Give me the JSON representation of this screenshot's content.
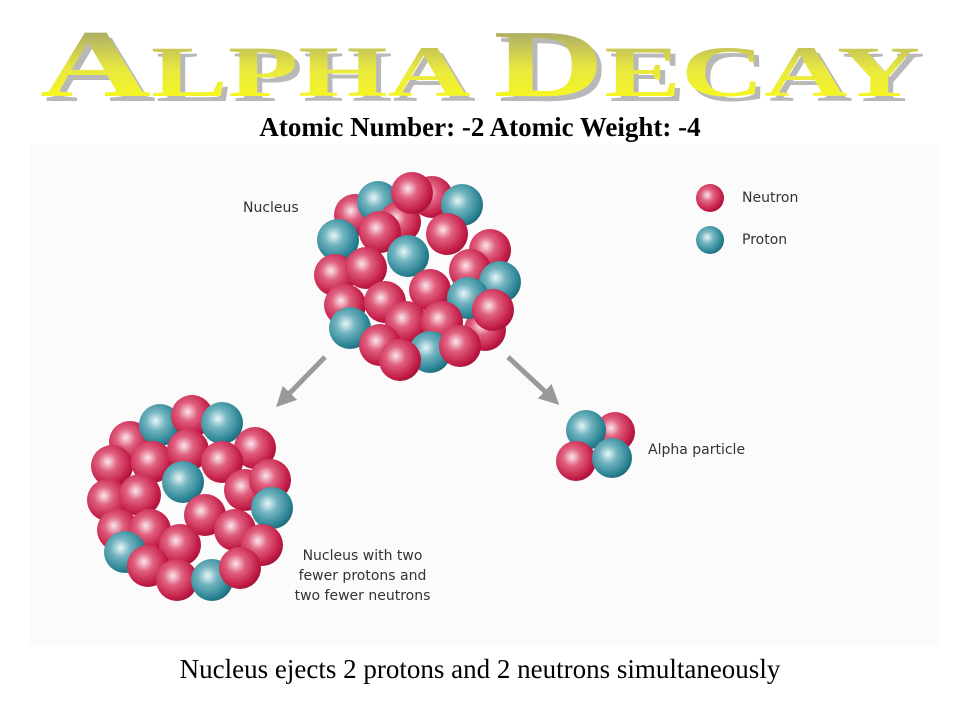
{
  "title": {
    "first_initial": "A",
    "first_rest": "LPHA",
    "second_initial": "D",
    "second_rest": "ECAY",
    "full": "Alpha Decay"
  },
  "subtitle": "Atomic Number: -2  Atomic Weight: -4",
  "diagram": {
    "nucleus_label": "Nucleus",
    "alpha_label": "Alpha particle",
    "daughter_label_lines": [
      "Nucleus with two",
      "fewer protons and",
      "two fewer neutrons"
    ],
    "legend": [
      {
        "label": "Neutron",
        "color": "#c8204a"
      },
      {
        "label": "Proton",
        "color": "#2f8796"
      }
    ]
  },
  "caption": "Nucleus ejects 2 protons and 2 neutrons simultaneously"
}
